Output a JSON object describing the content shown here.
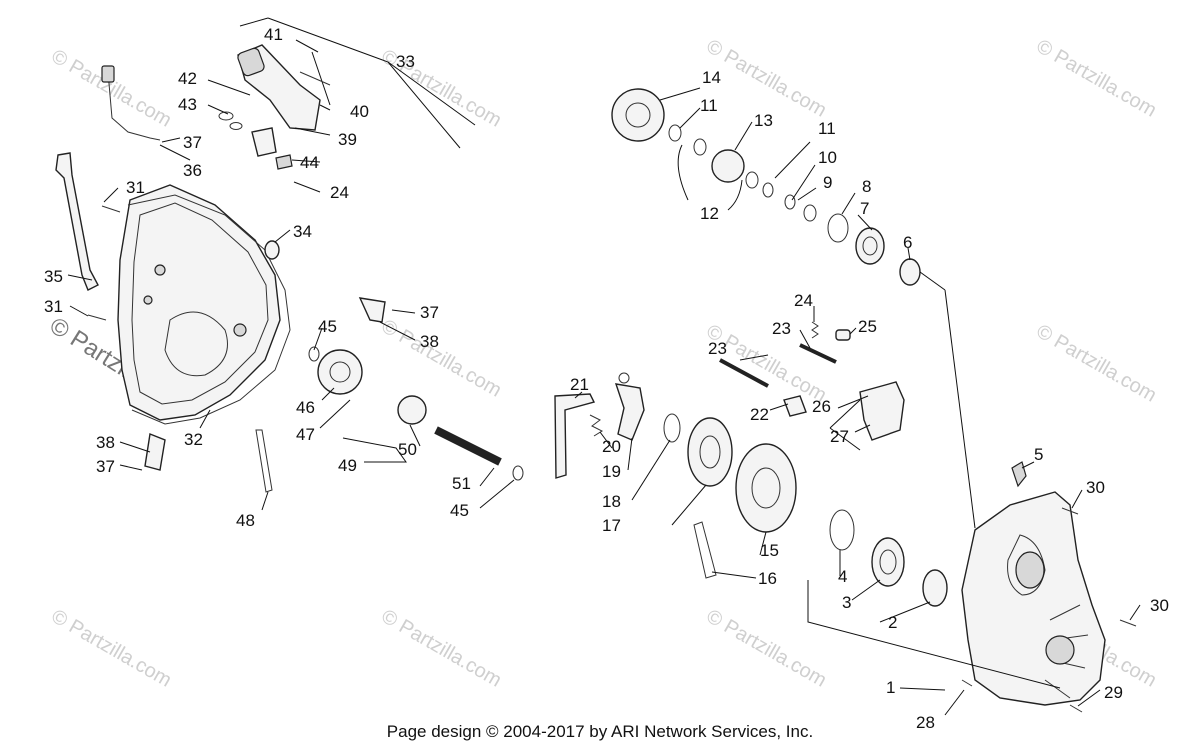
{
  "footer": "Page design © 2004-2017 by ARI Network Services, Inc.",
  "watermark": {
    "text": "© Partzilla.com"
  },
  "callouts": [
    {
      "id": "c1",
      "label": "1"
    },
    {
      "id": "c2",
      "label": "2"
    },
    {
      "id": "c3",
      "label": "3"
    },
    {
      "id": "c4",
      "label": "4"
    },
    {
      "id": "c5",
      "label": "5"
    },
    {
      "id": "c6",
      "label": "6"
    },
    {
      "id": "c7",
      "label": "7"
    },
    {
      "id": "c8",
      "label": "8"
    },
    {
      "id": "c9",
      "label": "9"
    },
    {
      "id": "c10",
      "label": "10"
    },
    {
      "id": "c11a",
      "label": "11"
    },
    {
      "id": "c11b",
      "label": "11"
    },
    {
      "id": "c12",
      "label": "12"
    },
    {
      "id": "c13",
      "label": "13"
    },
    {
      "id": "c14",
      "label": "14"
    },
    {
      "id": "c15",
      "label": "15"
    },
    {
      "id": "c16",
      "label": "16"
    },
    {
      "id": "c17",
      "label": "17"
    },
    {
      "id": "c18",
      "label": "18"
    },
    {
      "id": "c19",
      "label": "19"
    },
    {
      "id": "c20",
      "label": "20"
    },
    {
      "id": "c21",
      "label": "21"
    },
    {
      "id": "c22",
      "label": "22"
    },
    {
      "id": "c23a",
      "label": "23"
    },
    {
      "id": "c23b",
      "label": "23"
    },
    {
      "id": "c24a",
      "label": "24"
    },
    {
      "id": "c24b",
      "label": "24"
    },
    {
      "id": "c25",
      "label": "25"
    },
    {
      "id": "c26",
      "label": "26"
    },
    {
      "id": "c27",
      "label": "27"
    },
    {
      "id": "c28",
      "label": "28"
    },
    {
      "id": "c29",
      "label": "29"
    },
    {
      "id": "c30a",
      "label": "30"
    },
    {
      "id": "c30b",
      "label": "30"
    },
    {
      "id": "c31a",
      "label": "31"
    },
    {
      "id": "c31b",
      "label": "31"
    },
    {
      "id": "c32",
      "label": "32"
    },
    {
      "id": "c33",
      "label": "33"
    },
    {
      "id": "c34",
      "label": "34"
    },
    {
      "id": "c35",
      "label": "35"
    },
    {
      "id": "c36",
      "label": "36"
    },
    {
      "id": "c37a",
      "label": "37"
    },
    {
      "id": "c37b",
      "label": "37"
    },
    {
      "id": "c37c",
      "label": "37"
    },
    {
      "id": "c38a",
      "label": "38"
    },
    {
      "id": "c38b",
      "label": "38"
    },
    {
      "id": "c39",
      "label": "39"
    },
    {
      "id": "c40",
      "label": "40"
    },
    {
      "id": "c41",
      "label": "41"
    },
    {
      "id": "c42",
      "label": "42"
    },
    {
      "id": "c43",
      "label": "43"
    },
    {
      "id": "c44",
      "label": "44"
    },
    {
      "id": "c45a",
      "label": "45"
    },
    {
      "id": "c45b",
      "label": "45"
    },
    {
      "id": "c46",
      "label": "46"
    },
    {
      "id": "c47",
      "label": "47"
    },
    {
      "id": "c48",
      "label": "48"
    },
    {
      "id": "c49",
      "label": "49"
    },
    {
      "id": "c50",
      "label": "50"
    },
    {
      "id": "c51",
      "label": "51"
    }
  ]
}
